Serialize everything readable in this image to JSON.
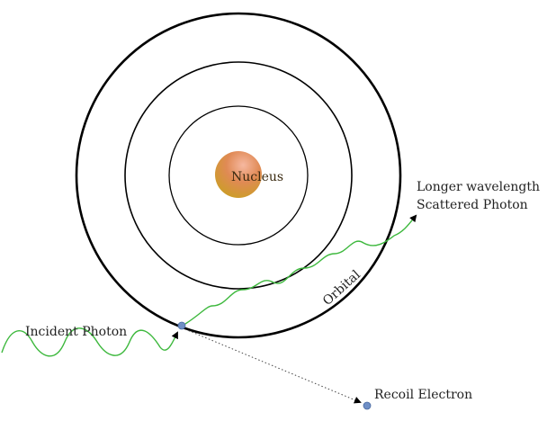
{
  "labels": {
    "nucleus": "Nucleus",
    "orbital": "Orbital",
    "incident": "Incident Photon",
    "scattered_line1": "Longer wavelength",
    "scattered_line2": "Scattered Photon",
    "recoil": "Recoil Electron"
  },
  "colors": {
    "orbit": "#000000",
    "wave": "#3db83d",
    "electron": "#6f8fc6",
    "nucleus_light": "#f0a070",
    "nucleus_dark": "#c9a020",
    "dotted_path": "#444444"
  }
}
